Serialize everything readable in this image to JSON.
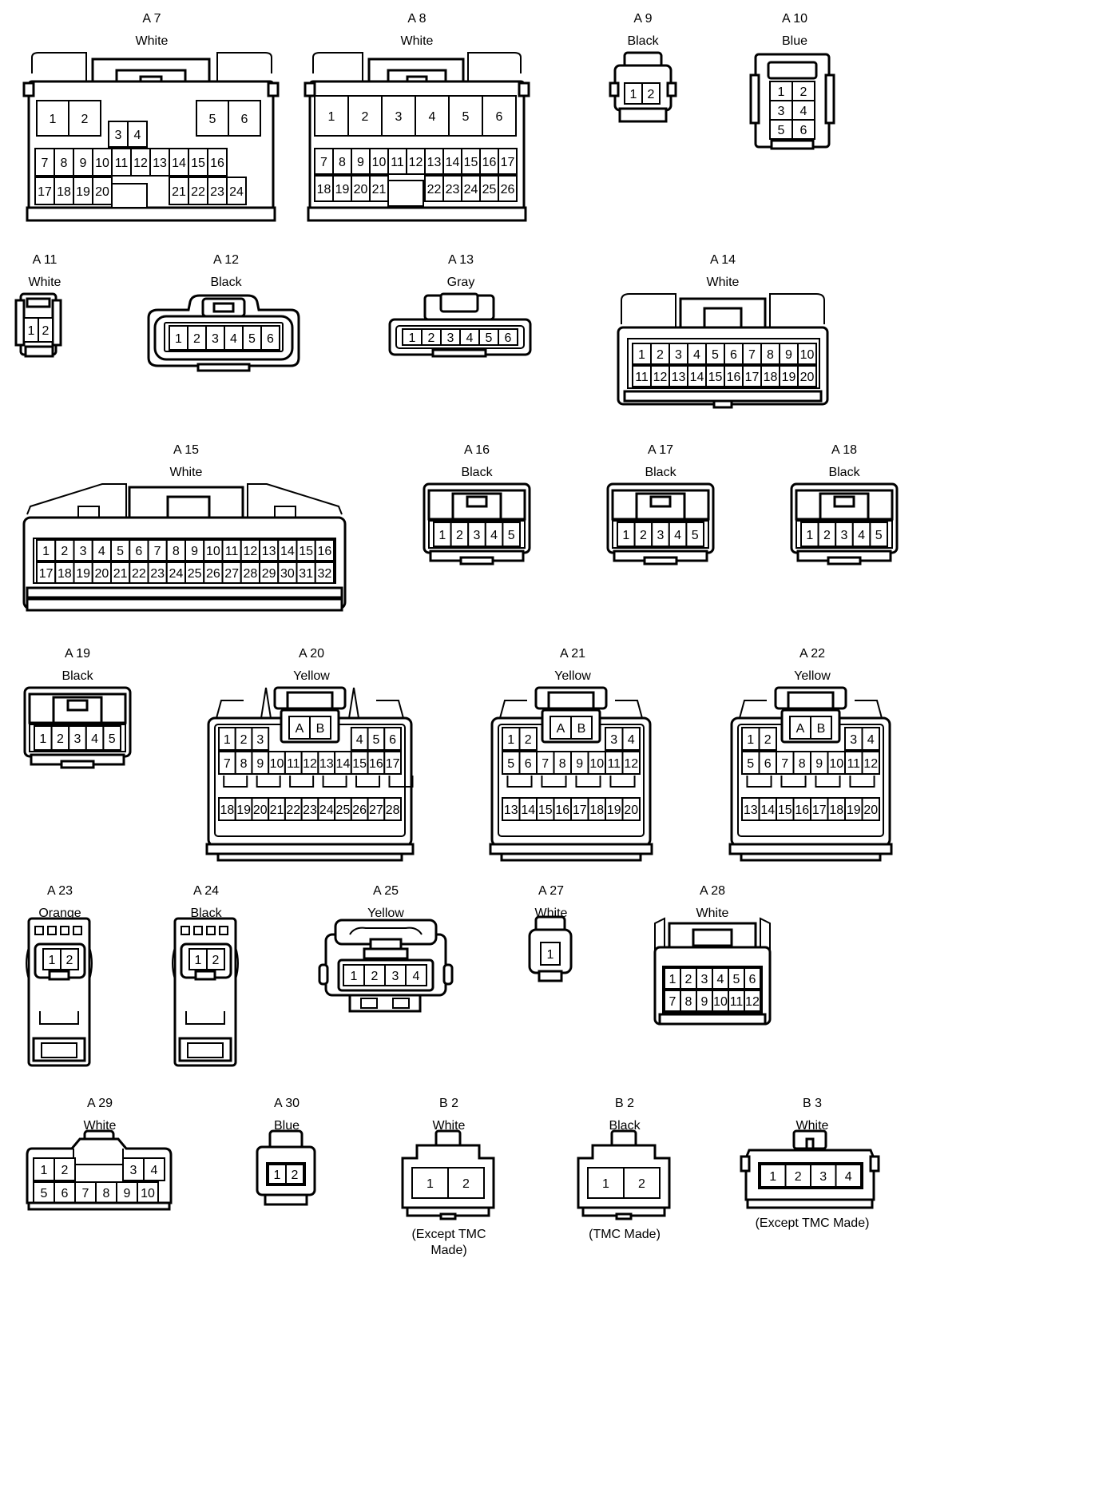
{
  "connectors": {
    "A7": {
      "code": "A 7",
      "color": "White"
    },
    "A8": {
      "code": "A 8",
      "color": "White"
    },
    "A9": {
      "code": "A 9",
      "color": "Black"
    },
    "A10": {
      "code": "A 10",
      "color": "Blue"
    },
    "A11": {
      "code": "A 11",
      "color": "White"
    },
    "A12": {
      "code": "A 12",
      "color": "Black"
    },
    "A13": {
      "code": "A 13",
      "color": "Gray"
    },
    "A14": {
      "code": "A 14",
      "color": "White"
    },
    "A15": {
      "code": "A 15",
      "color": "White"
    },
    "A16": {
      "code": "A 16",
      "color": "Black"
    },
    "A17": {
      "code": "A 17",
      "color": "Black"
    },
    "A18": {
      "code": "A 18",
      "color": "Black"
    },
    "A19": {
      "code": "A 19",
      "color": "Black"
    },
    "A20": {
      "code": "A 20",
      "color": "Yellow"
    },
    "A21": {
      "code": "A 21",
      "color": "Yellow"
    },
    "A22": {
      "code": "A 22",
      "color": "Yellow"
    },
    "A23": {
      "code": "A 23",
      "color": "Orange"
    },
    "A24": {
      "code": "A 24",
      "color": "Black"
    },
    "A25": {
      "code": "A 25",
      "color": "Yellow"
    },
    "A27": {
      "code": "A 27",
      "color": "White"
    },
    "A28": {
      "code": "A 28",
      "color": "White"
    },
    "A29": {
      "code": "A 29",
      "color": "White"
    },
    "A30": {
      "code": "A 30",
      "color": "Blue"
    },
    "B2a": {
      "code": "B 2",
      "color": "White",
      "note": "(Except TMC Made)"
    },
    "B2b": {
      "code": "B 2",
      "color": "Black",
      "note": "(TMC Made)"
    },
    "B3": {
      "code": "B 3",
      "color": "White",
      "note": "(Except TMC Made)"
    }
  },
  "pins": {
    "A7": {
      "top": [
        [
          "1",
          "2"
        ],
        [
          "3",
          "4"
        ],
        [
          "5",
          "6"
        ]
      ],
      "row1": [
        "7",
        "8",
        "9",
        "10",
        "11",
        "12",
        "13",
        "14",
        "15",
        "16"
      ],
      "row2": [
        "17",
        "18",
        "19",
        "20",
        "21",
        "22",
        "23",
        "24"
      ]
    },
    "A8": {
      "top": [
        "1",
        "2",
        "3",
        "4",
        "5",
        "6"
      ],
      "row1": [
        "7",
        "8",
        "9",
        "10",
        "11",
        "12",
        "13",
        "14",
        "15",
        "16",
        "17"
      ],
      "row2": [
        "18",
        "19",
        "20",
        "21",
        "22",
        "23",
        "24",
        "25",
        "26"
      ]
    },
    "A9": [
      "1",
      "2"
    ],
    "A10": [
      [
        "1",
        "2"
      ],
      [
        "3",
        "4"
      ],
      [
        "5",
        "6"
      ]
    ],
    "A11": [
      "1",
      "2"
    ],
    "A12": [
      "1",
      "2",
      "3",
      "4",
      "5",
      "6"
    ],
    "A13": [
      "1",
      "2",
      "3",
      "4",
      "5",
      "6"
    ],
    "A14": {
      "row1": [
        "1",
        "2",
        "3",
        "4",
        "5",
        "6",
        "7",
        "8",
        "9",
        "10"
      ],
      "row2": [
        "11",
        "12",
        "13",
        "14",
        "15",
        "16",
        "17",
        "18",
        "19",
        "20"
      ]
    },
    "A15": {
      "row1": [
        "1",
        "2",
        "3",
        "4",
        "5",
        "6",
        "7",
        "8",
        "9",
        "10",
        "11",
        "12",
        "13",
        "14",
        "15",
        "16"
      ],
      "row2": [
        "17",
        "18",
        "19",
        "20",
        "21",
        "22",
        "23",
        "24",
        "25",
        "26",
        "27",
        "28",
        "29",
        "30",
        "31",
        "32"
      ]
    },
    "A16": [
      "1",
      "2",
      "3",
      "4",
      "5"
    ],
    "A17": [
      "1",
      "2",
      "3",
      "4",
      "5"
    ],
    "A18": [
      "1",
      "2",
      "3",
      "4",
      "5"
    ],
    "A19": [
      "1",
      "2",
      "3",
      "4",
      "5"
    ],
    "A20": {
      "key": [
        "A",
        "B"
      ],
      "row1left": [
        "1",
        "2",
        "3"
      ],
      "row1right": [
        "4",
        "5",
        "6"
      ],
      "row2": [
        "7",
        "8",
        "9",
        "10",
        "11",
        "12",
        "13",
        "14",
        "15",
        "16",
        "17"
      ],
      "row3": [
        "18",
        "19",
        "20",
        "21",
        "22",
        "23",
        "24",
        "25",
        "26",
        "27",
        "28"
      ]
    },
    "A21": {
      "key": [
        "A",
        "B"
      ],
      "row1left": [
        "1",
        "2"
      ],
      "row1right": [
        "3",
        "4"
      ],
      "row2": [
        "5",
        "6",
        "7",
        "8",
        "9",
        "10",
        "11",
        "12"
      ],
      "row3": [
        "13",
        "14",
        "15",
        "16",
        "17",
        "18",
        "19",
        "20"
      ]
    },
    "A22": {
      "key": [
        "A",
        "B"
      ],
      "row1left": [
        "1",
        "2"
      ],
      "row1right": [
        "3",
        "4"
      ],
      "row2": [
        "5",
        "6",
        "7",
        "8",
        "9",
        "10",
        "11",
        "12"
      ],
      "row3": [
        "13",
        "14",
        "15",
        "16",
        "17",
        "18",
        "19",
        "20"
      ]
    },
    "A23": [
      "1",
      "2"
    ],
    "A24": [
      "1",
      "2"
    ],
    "A25": [
      "1",
      "2",
      "3",
      "4"
    ],
    "A27": [
      "1"
    ],
    "A28": {
      "row1": [
        "1",
        "2",
        "3",
        "4",
        "5",
        "6"
      ],
      "row2": [
        "7",
        "8",
        "9",
        "10",
        "11",
        "12"
      ]
    },
    "A29": {
      "tl": [
        "1",
        "2"
      ],
      "tr": [
        "3",
        "4"
      ],
      "row2": [
        "5",
        "6",
        "7",
        "8",
        "9",
        "10"
      ]
    },
    "A30": [
      "1",
      "2"
    ],
    "B2a": [
      "1",
      "2"
    ],
    "B2b": [
      "1",
      "2"
    ],
    "B3": [
      "1",
      "2",
      "3",
      "4"
    ]
  }
}
